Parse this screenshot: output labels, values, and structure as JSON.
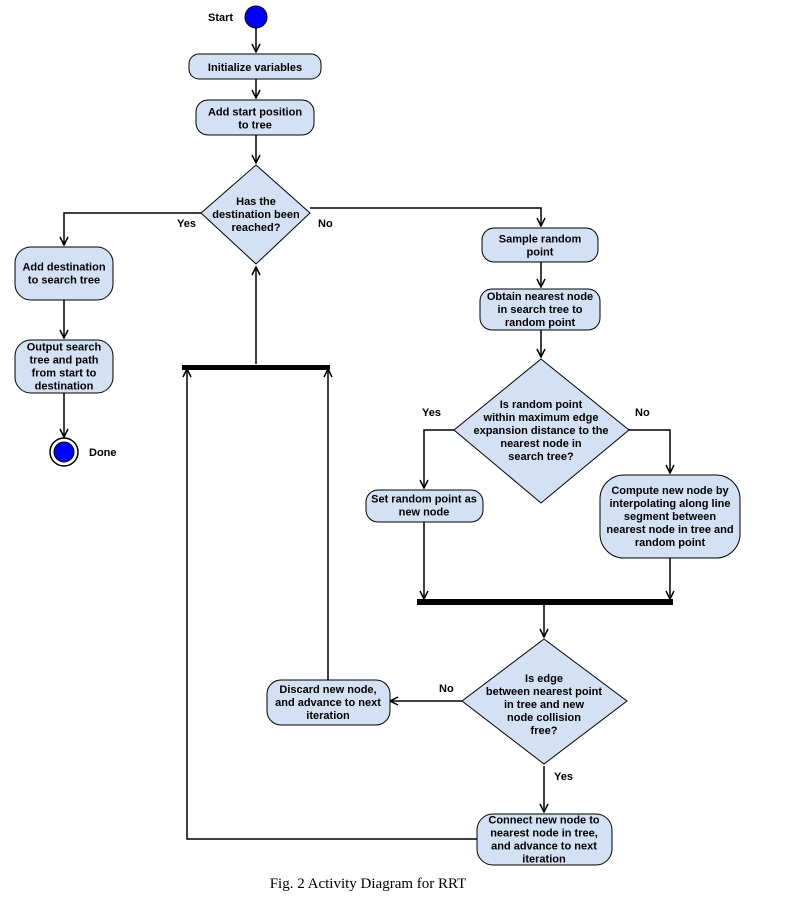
{
  "diagram": {
    "start_label": "Start",
    "done_label": "Done",
    "nodes": {
      "init": [
        "Initialize variables"
      ],
      "add_start": [
        "Add start position",
        "to tree"
      ],
      "dest_check": [
        "Has the",
        "destination been",
        "reached?"
      ],
      "add_dest": [
        "Add destination",
        "to search tree"
      ],
      "output": [
        "Output search",
        "tree and path",
        "from start to",
        "destination"
      ],
      "sample": [
        "Sample random",
        "point"
      ],
      "nearest": [
        "Obtain nearest node",
        "in search tree to",
        "random point"
      ],
      "within_check": [
        "Is random point",
        "within maximum edge",
        "expansion distance to the",
        "nearest node in",
        "search tree?"
      ],
      "set_point": [
        "Set random point as",
        "new node"
      ],
      "compute": [
        "Compute new node by",
        "interpolating along line",
        "segment between",
        "nearest node in tree and",
        "random point"
      ],
      "collision_check": [
        "Is edge",
        "between nearest point",
        "in tree and new",
        "node collision",
        "free?"
      ],
      "discard": [
        "Discard new node,",
        "and advance to next",
        "iteration"
      ],
      "connect": [
        "Connect new node to",
        "nearest node in tree,",
        "and advance to next",
        "iteration"
      ]
    },
    "edge_labels": {
      "dest_yes": "Yes",
      "dest_no": "No",
      "within_yes": "Yes",
      "within_no": "No",
      "collision_no": "No",
      "collision_yes": "Yes"
    },
    "colors": {
      "node_fill": "#d4e1f5",
      "start_fill": "#0000ff",
      "stroke": "#000000"
    }
  },
  "caption": "Fig. 2  Activity Diagram for RRT"
}
